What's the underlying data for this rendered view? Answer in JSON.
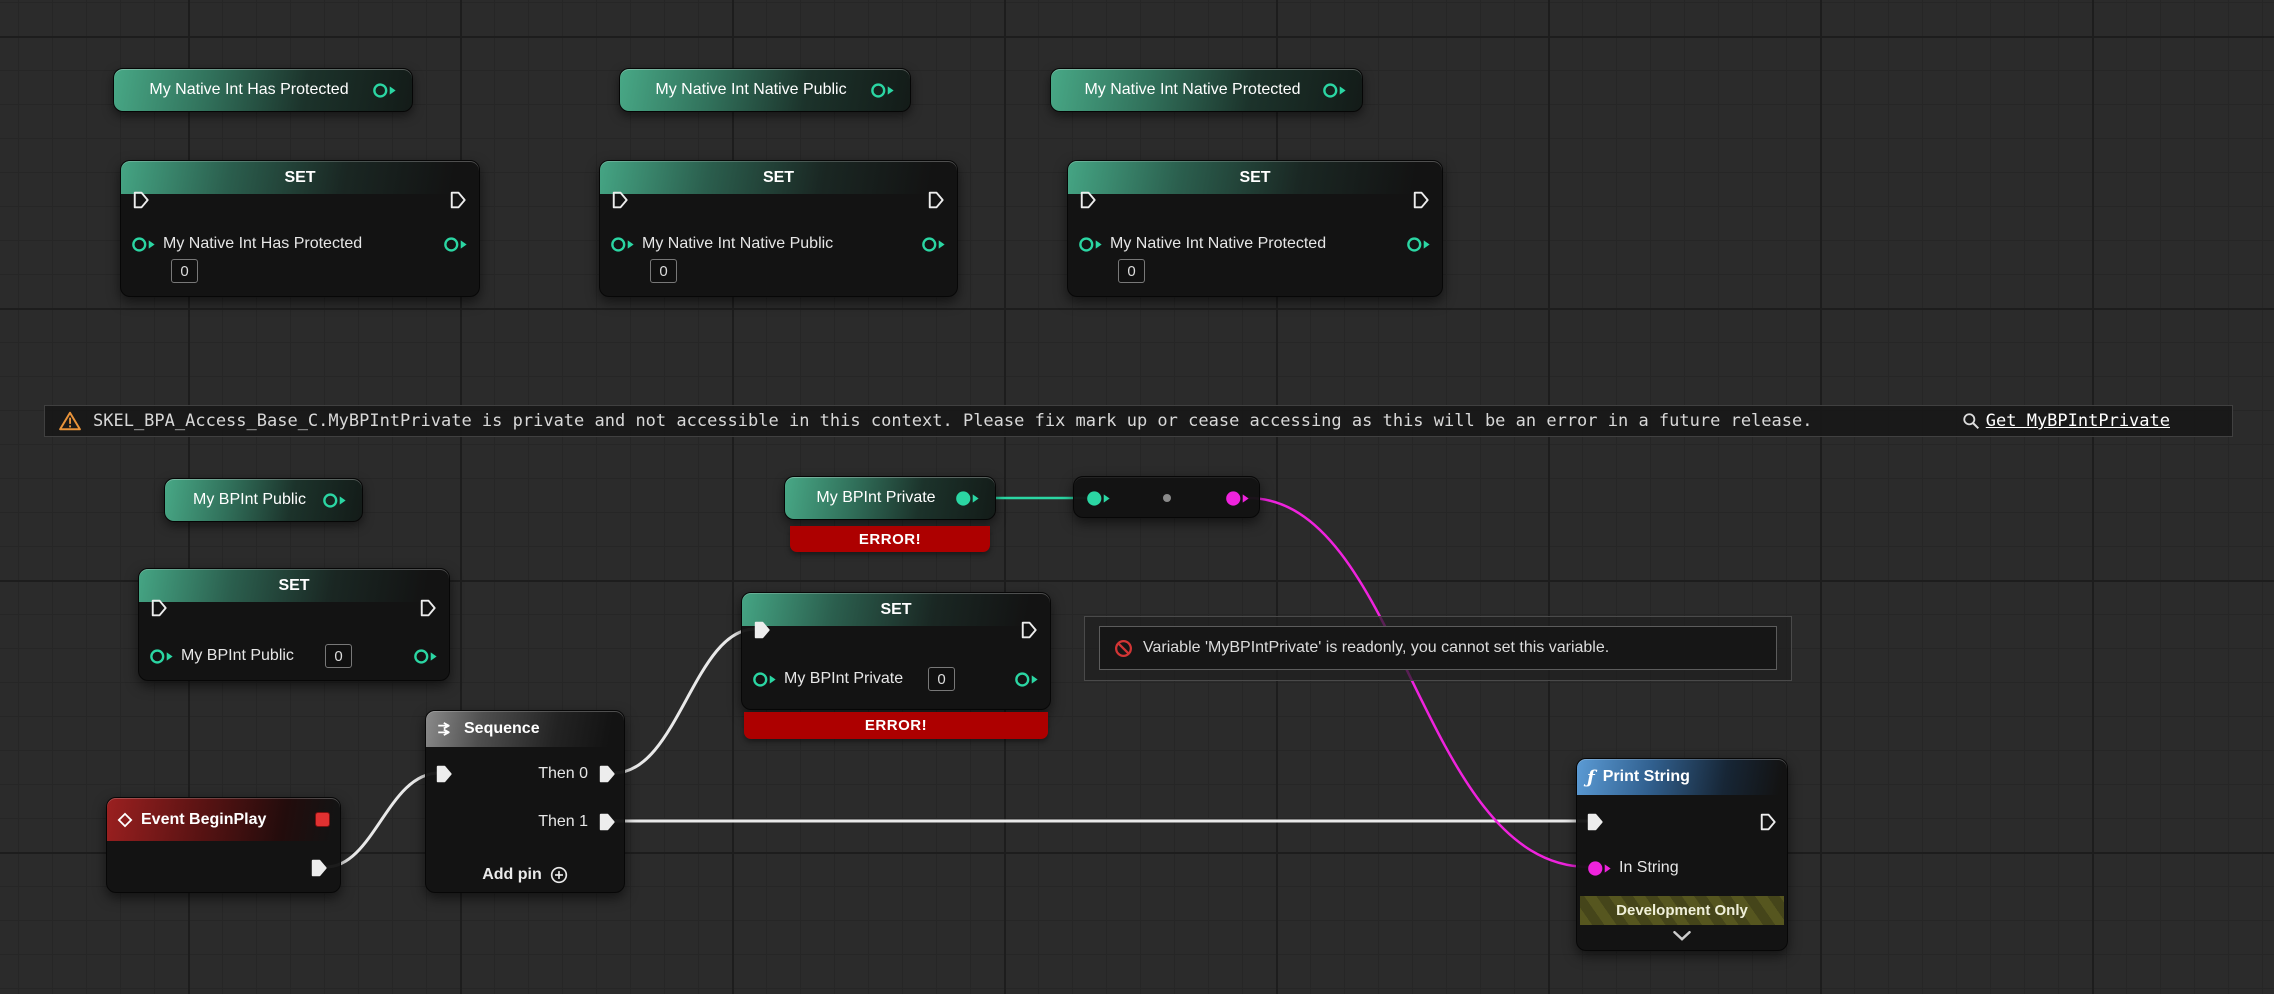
{
  "icons": {
    "function_glyph": "ƒ"
  },
  "colors": {
    "exec_wire": "#e9e9e9",
    "int_wire": "#2bd6a3",
    "string_wire": "#ef23dd",
    "error_banner": "#ad0000",
    "warning_icon_orange": "#e8933a",
    "event_node_red": "#9b2020",
    "function_node_blue": "#5b9bd5",
    "variable_node_green": "#45a584",
    "dev_only_olive": "#56561f"
  },
  "warning_bar": {
    "message": "SKEL_BPA_Access_Base_C.MyBPIntPrivate is private and not accessible in this context. Please fix mark up or cease accessing as this will be an error in a future release.",
    "link_label": "Get MyBPIntPrivate"
  },
  "getter_nodes": [
    {
      "label": "My Native Int Has Protected"
    },
    {
      "label": "My Native Int Native Public"
    },
    {
      "label": "My Native Int Native Protected"
    },
    {
      "label": "My BPInt Public"
    },
    {
      "label": "My BPInt Private",
      "error_label": "ERROR!"
    }
  ],
  "set_nodes": [
    {
      "title": "SET",
      "pin_label": "My Native Int Has Protected",
      "value": "0"
    },
    {
      "title": "SET",
      "pin_label": "My Native Int Native Public",
      "value": "0"
    },
    {
      "title": "SET",
      "pin_label": "My Native Int Native Protected",
      "value": "0"
    },
    {
      "title": "SET",
      "pin_label": "My BPInt Public",
      "value": "0"
    },
    {
      "title": "SET",
      "pin_label": "My BPInt Private",
      "value": "0",
      "error_label": "ERROR!"
    }
  ],
  "sequence_node": {
    "title": "Sequence",
    "then0_label": "Then 0",
    "then1_label": "Then 1",
    "add_pin_label": "Add pin"
  },
  "event_node": {
    "title": "Event BeginPlay"
  },
  "print_string_node": {
    "title": "Print String",
    "in_string_label": "In String",
    "dev_only_label": "Development Only"
  },
  "readonly_tooltip": {
    "message": "Variable 'MyBPIntPrivate' is readonly, you cannot set this variable."
  }
}
